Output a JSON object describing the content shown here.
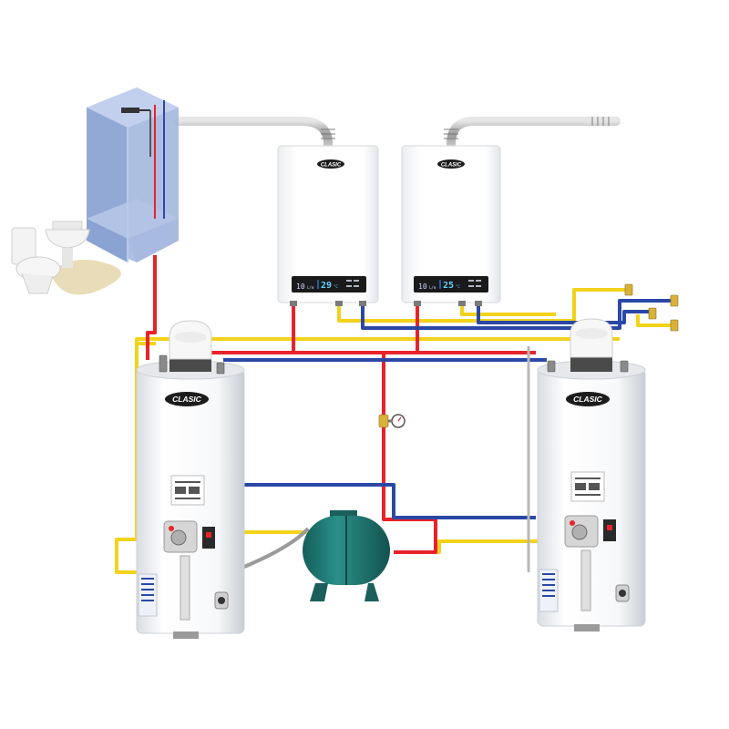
{
  "diagram": {
    "brand": "CLASIC",
    "heaters": [
      {
        "display_flow": "10",
        "display_flow_unit": "L/m",
        "display_temp": "29",
        "display_temp_unit": "°C"
      },
      {
        "display_flow": "10",
        "display_flow_unit": "L/m",
        "display_temp": "25",
        "display_temp_unit": "°C"
      }
    ]
  },
  "colors": {
    "hot": "#e8232a",
    "cold": "#2b48a6",
    "gas": "#f2d21b",
    "vent": "#a9a9a9",
    "tank": "#1f7a75",
    "shower_glass": "#9fb4dc",
    "puddle": "#e9dcb8"
  }
}
